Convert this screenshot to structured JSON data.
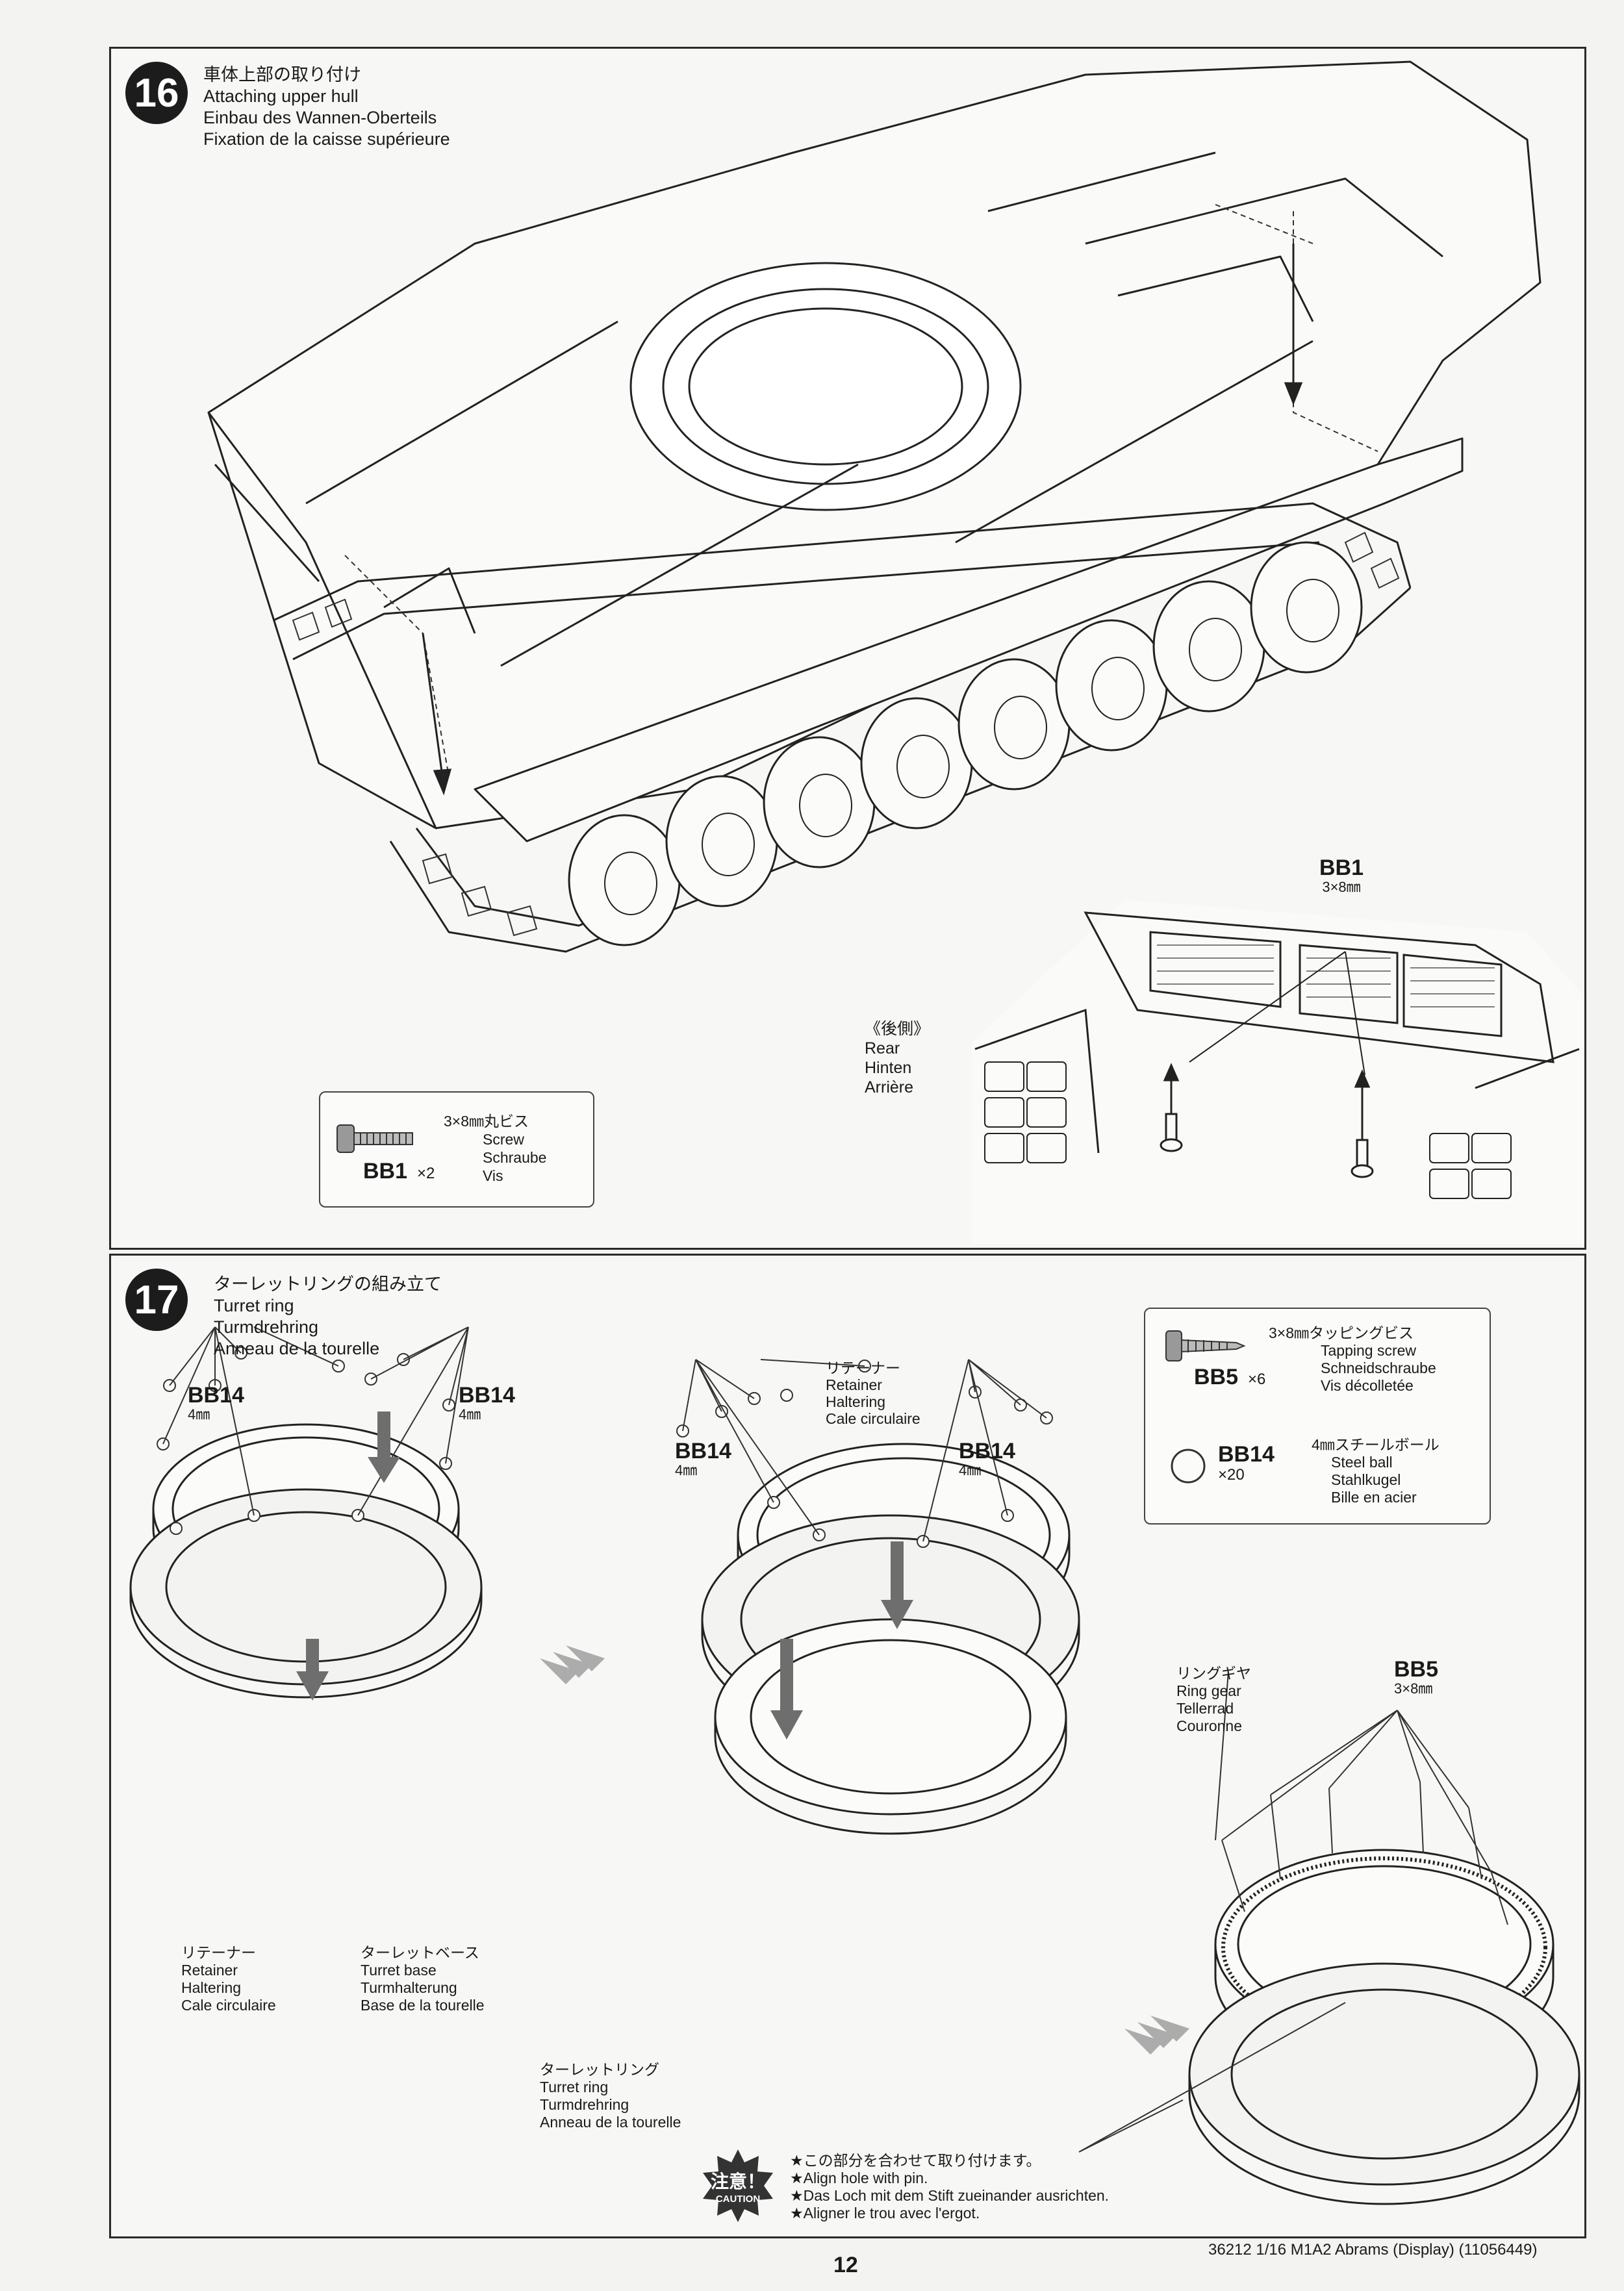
{
  "step16": {
    "number": "16",
    "title_jp": "車体上部の取り付け",
    "title_en": "Attaching upper hull",
    "title_de": "Einbau des Wannen-Oberteils",
    "title_fr": "Fixation de la caisse supérieure",
    "callout_part": "BB1",
    "callout_size": "3×8㎜",
    "rear_jp": "《後側》",
    "rear_en": "Rear",
    "rear_de": "Hinten",
    "rear_fr": "Arrière",
    "parts_box": {
      "part": "BB1",
      "qty": "×2",
      "desc_jp": "3×8㎜丸ビス",
      "desc_en": "Screw",
      "desc_de": "Schraube",
      "desc_fr": "Vis"
    }
  },
  "step17": {
    "number": "17",
    "title_jp": "ターレットリングの組み立て",
    "title_en": "Turret ring",
    "title_de": "Turmdrehring",
    "title_fr": "Anneau de la tourelle",
    "bb14_label": "BB14",
    "bb14_size": "4㎜",
    "bb5_label": "BB5",
    "bb5_size": "3×8㎜",
    "retainer": {
      "jp": "リテーナー",
      "en": "Retainer",
      "de": "Haltering",
      "fr": "Cale circulaire"
    },
    "turret_base": {
      "jp": "ターレットベース",
      "en": "Turret base",
      "de": "Turmhalterung",
      "fr": "Base de la tourelle"
    },
    "turret_ring": {
      "jp": "ターレットリング",
      "en": "Turret ring",
      "de": "Turmdrehring",
      "fr": "Anneau de la tourelle"
    },
    "ring_gear": {
      "jp": "リングギヤ",
      "en": "Ring gear",
      "de": "Tellerrad",
      "fr": "Couronne"
    },
    "parts_box": {
      "screw_part": "BB5",
      "screw_qty": "×6",
      "screw_jp": "3×8㎜タッピングビス",
      "screw_en": "Tapping screw",
      "screw_de": "Schneidschraube",
      "screw_fr": "Vis décolletée",
      "ball_part": "BB14",
      "ball_qty": "×20",
      "ball_jp": "4㎜スチールボール",
      "ball_en": "Steel ball",
      "ball_de": "Stahlkugel",
      "ball_fr": "Bille en acier"
    },
    "caution": {
      "badge_jp": "注意！",
      "badge_en": "CAUTION",
      "line_jp": "★この部分を合わせて取り付けます。",
      "line_en": "★Align hole with pin.",
      "line_de": "★Das Loch mit dem Stift zueinander ausrichten.",
      "line_fr": "★Aligner le trou avec l'ergot."
    }
  },
  "footer": {
    "page_number": "12",
    "product_line": "36212  1/16 M1A2 Abrams (Display)  (11056449)"
  },
  "colors": {
    "ink": "#1a1a1a",
    "arrow_grey": "#6e6e6e",
    "paper": "#f7f7f5"
  }
}
